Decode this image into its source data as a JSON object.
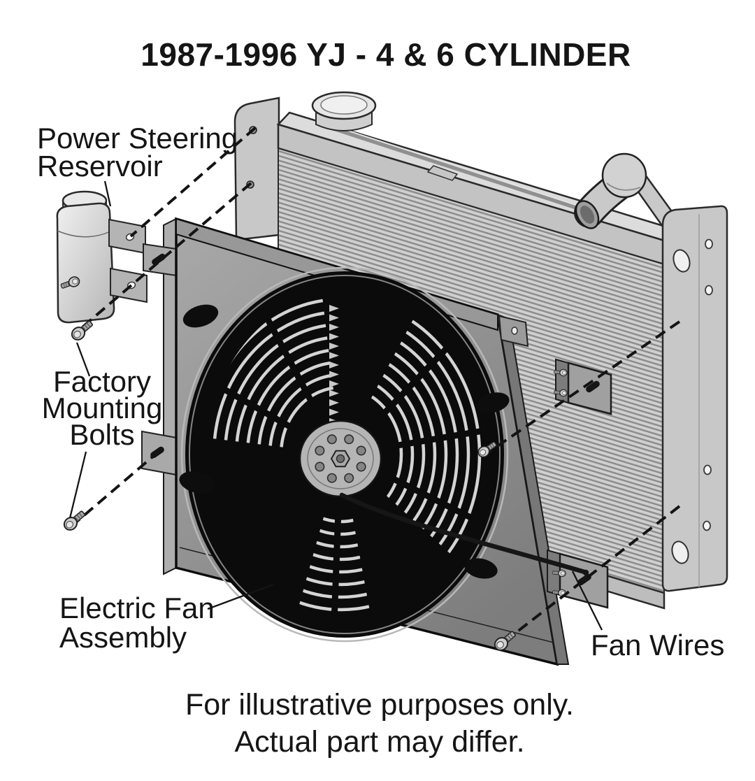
{
  "title": "1987-1996 YJ - 4 & 6 CYLINDER",
  "callouts": {
    "power_steering_reservoir": {
      "line1": "Power Steering",
      "line2": "Reservoir"
    },
    "factory_mounting_bolts": {
      "line1": "Factory",
      "line2": "Mounting",
      "line3": "Bolts"
    },
    "electric_fan_assembly": {
      "line1": "Electric Fan",
      "line2": "Assembly"
    },
    "fan_wires": {
      "line1": "Fan Wires"
    }
  },
  "footer": {
    "line1": "For illustrative purposes only.",
    "line2": "Actual part may differ."
  },
  "colors": {
    "background": "#ffffff",
    "text": "#151515",
    "line": "#141414",
    "radiator": "#cccccc",
    "shroud": "#8f8f8f",
    "fan": "#0b0b0b",
    "bracket": "#b5b5b5"
  }
}
